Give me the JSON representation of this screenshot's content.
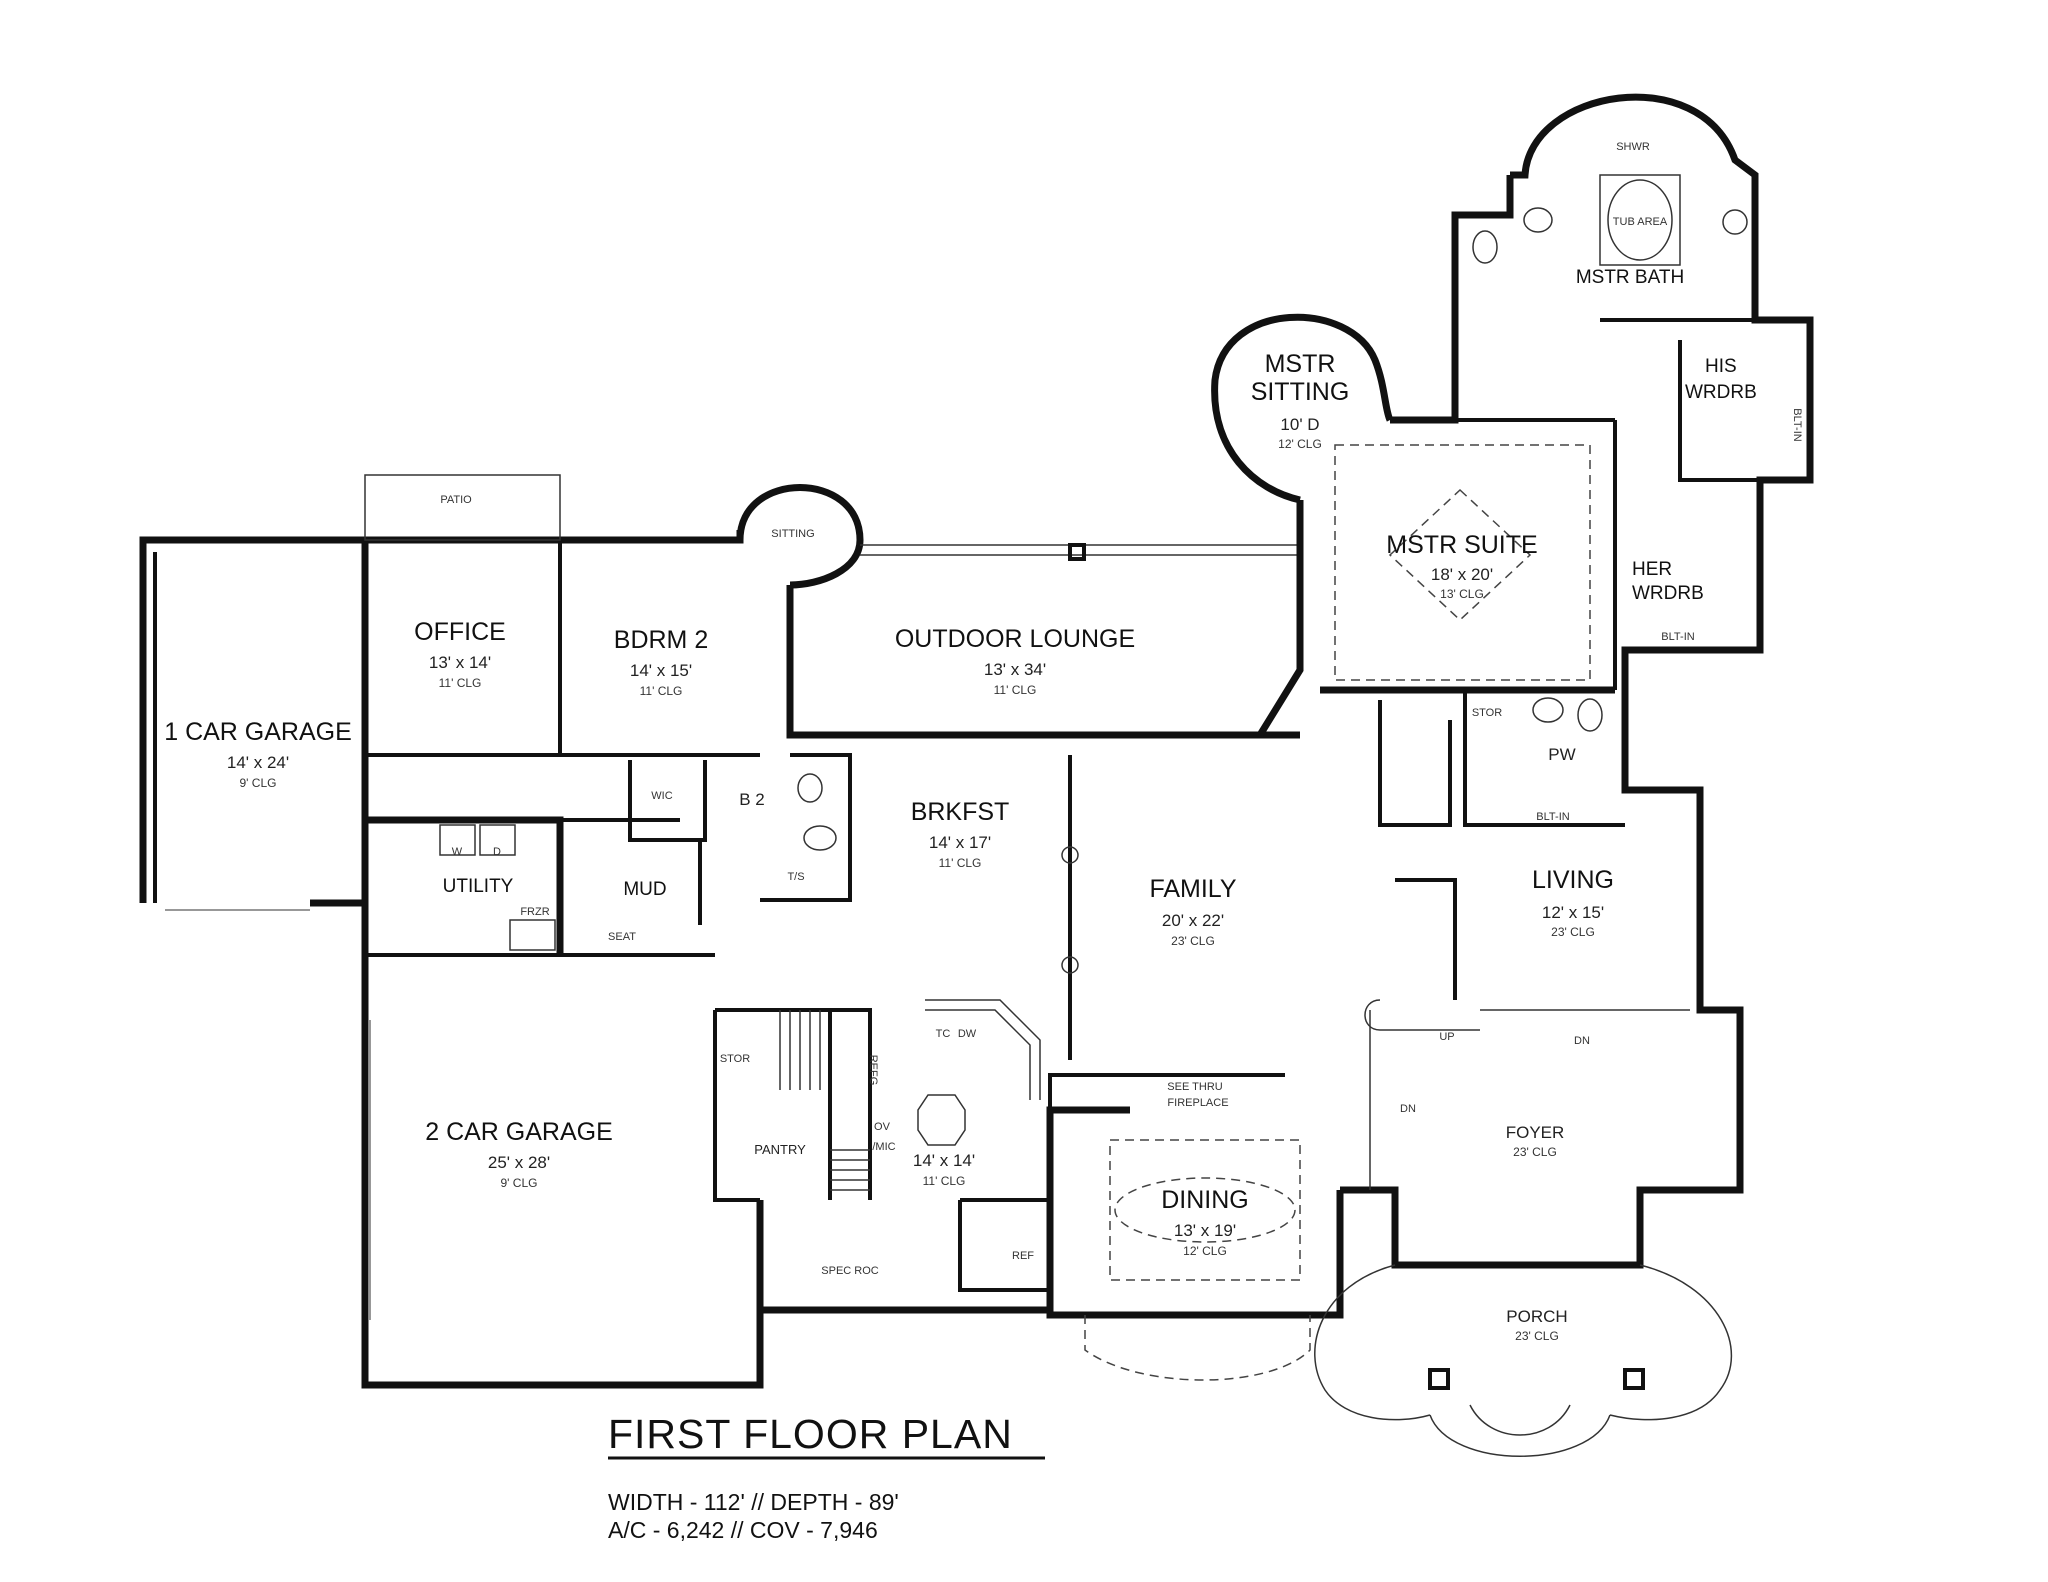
{
  "plan": {
    "title": "FIRST FLOOR PLAN",
    "width_depth": "WIDTH - 112' // DEPTH - 89'",
    "area": "A/C - 6,242 // COV - 7,946"
  },
  "rooms": {
    "one_car_garage": {
      "name": "1 CAR GARAGE",
      "dims": "14' x 24'",
      "clg": "9' CLG"
    },
    "office": {
      "name": "OFFICE",
      "dims": "13' x 14'",
      "clg": "11' CLG"
    },
    "bdrm2": {
      "name": "BDRM 2",
      "dims": "14' x 15'",
      "clg": "11' CLG"
    },
    "outdoor_lounge": {
      "name": "OUTDOOR LOUNGE",
      "dims": "13' x 34'",
      "clg": "11' CLG"
    },
    "mstr_sitting": {
      "name1": "MSTR",
      "name2": "SITTING",
      "dims": "10' D",
      "clg": "12' CLG"
    },
    "mstr_suite": {
      "name": "MSTR SUITE",
      "dims": "18' x 20'",
      "clg": "13' CLG"
    },
    "mstr_bath": {
      "name": "MSTR BATH",
      "tub": "TUB AREA",
      "shower": "SHWR"
    },
    "his_wrdrb": {
      "name1": "HIS",
      "name2": "WRDRB",
      "bltin": "BLT-IN"
    },
    "her_wrdrb": {
      "name1": "HER",
      "name2": "WRDRB",
      "bltin": "BLT-IN"
    },
    "brkfst": {
      "name": "BRKFST",
      "dims": "14' x 17'",
      "clg": "11' CLG"
    },
    "family": {
      "name": "FAMILY",
      "dims": "20' x 22'",
      "clg": "23' CLG"
    },
    "living": {
      "name": "LIVING",
      "dims": "12' x 15'",
      "clg": "23' CLG",
      "bltin": "BLT-IN"
    },
    "utility": {
      "name": "UTILITY",
      "w": "W",
      "d": "D",
      "frzr": "FRZR"
    },
    "mud": {
      "name": "MUD",
      "seat": "SEAT"
    },
    "two_car_garage": {
      "name": "2 CAR GARAGE",
      "dims": "25' x 28'",
      "clg": "9' CLG"
    },
    "kitchen": {
      "dims": "14' x 14'",
      "clg": "11' CLG",
      "refg": "REFG",
      "ov": "OV",
      "mic": "/MIC",
      "dw": "DW",
      "tc": "TC",
      "spec_roc": "SPEC ROC",
      "ref": "REF"
    },
    "pantry": {
      "name": "PANTRY"
    },
    "dining": {
      "name": "DINING",
      "dims": "13' x 19'",
      "clg": "12' CLG"
    },
    "foyer": {
      "name": "FOYER",
      "clg": "23' CLG"
    },
    "porch": {
      "name": "PORCH",
      "clg": "23' CLG"
    },
    "pw": {
      "name": "PW"
    },
    "b2": {
      "name": "B 2",
      "wic": "WIC",
      "ts": "T/S"
    }
  },
  "labels": {
    "patio": "PATIO",
    "sitting": "SITTING",
    "stor": "STOR",
    "fireplace1": "SEE THRU",
    "fireplace2": "FIREPLACE",
    "up": "UP",
    "dn": "DN"
  }
}
